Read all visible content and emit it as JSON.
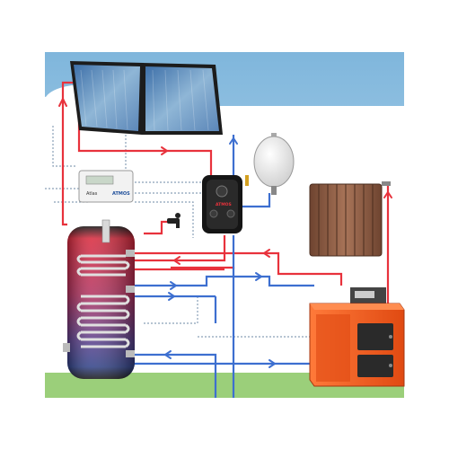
{
  "labels": {
    "controller_brand": "Atlas",
    "controller_logo": "ATMOS",
    "pump_station_brand": "ATMOS"
  },
  "colors": {
    "sky_top": "#7fb6dc",
    "sky_bottom": "#cfe6f3",
    "ground": "#9bcf7a",
    "hot_pipe": "#e8323c",
    "cold_pipe": "#3d6fd0",
    "signal_wire": "#8aa0b8",
    "tank_hot": "#d8263a",
    "tank_cold": "#2e3f86",
    "boiler": "#ff5a1e",
    "radiator": "#8b5a40"
  },
  "components": [
    {
      "id": "solar-collector",
      "icon": "solar-panel-icon"
    },
    {
      "id": "solar-controller",
      "icon": "controller-icon"
    },
    {
      "id": "pump-station",
      "icon": "pump-icon"
    },
    {
      "id": "expansion-vessel",
      "icon": "expansion-tank-icon"
    },
    {
      "id": "hot-water-tap",
      "icon": "faucet-icon"
    },
    {
      "id": "storage-tank",
      "icon": "water-tank-icon"
    },
    {
      "id": "radiator",
      "icon": "radiator-icon"
    },
    {
      "id": "boiler",
      "icon": "boiler-icon"
    }
  ]
}
